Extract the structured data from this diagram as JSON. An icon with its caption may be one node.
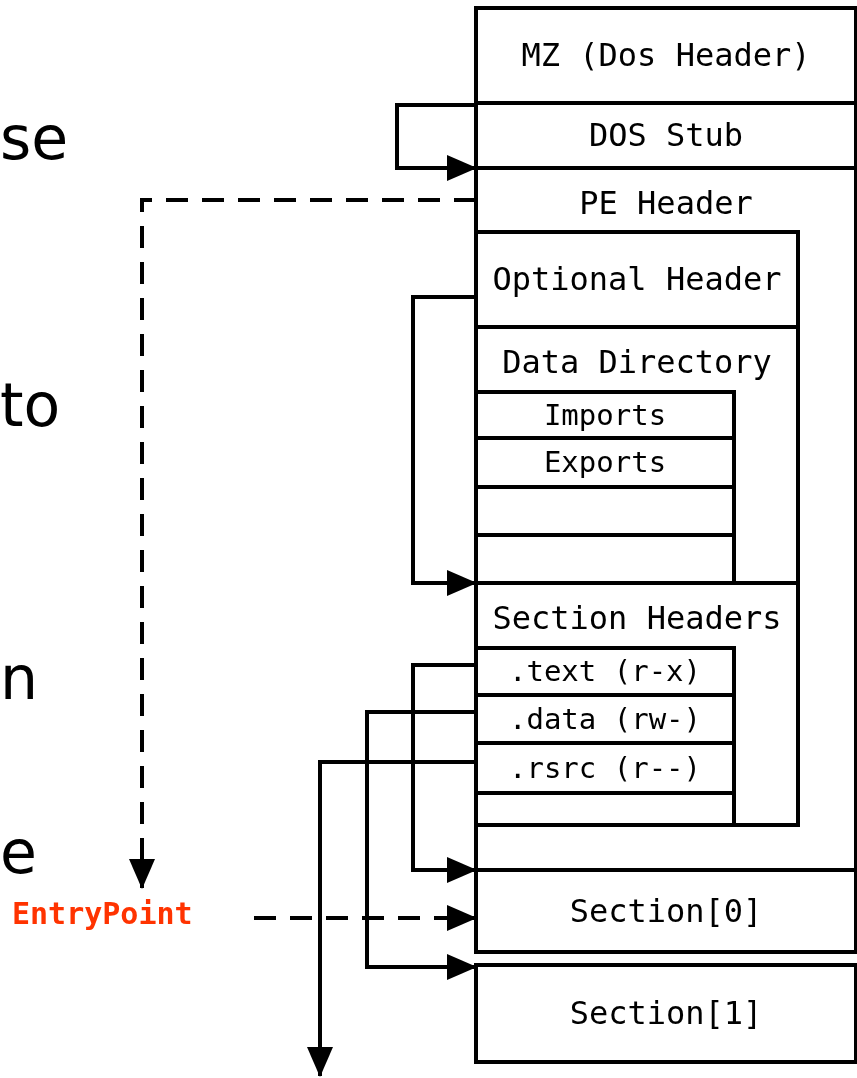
{
  "diagram": {
    "nodes": [
      {
        "text": [
          "MZ (Dos Header)"
        ]
      },
      {
        "text": [
          "DOS Stub"
        ]
      },
      {
        "text": [
          "PE Header"
        ]
      },
      {
        "text": [
          "Optional Header"
        ],
        "in": 2
      },
      {
        "text": [
          "Data Directory"
        ],
        "in": 2
      },
      {
        "text": [
          "Imports"
        ],
        "in": 4
      },
      {
        "text": [
          "Exports"
        ],
        "in": 4
      },
      {
        "text": [],
        "shape": "box",
        "in": 4
      },
      {
        "text": [],
        "shape": "box",
        "in": 4
      },
      {
        "text": [
          "Section Headers"
        ],
        "in": 2
      },
      {
        "text": [
          ".text (r-x)"
        ],
        "in": 9
      },
      {
        "text": [
          ".data (rw-)"
        ],
        "in": 9
      },
      {
        "text": [
          ".rsrc (r--)"
        ],
        "in": 9
      },
      {
        "text": [],
        "shape": "box",
        "in": 9
      },
      {
        "text": [
          "Section[0]"
        ]
      },
      {
        "text": [
          "Section[1]"
        ]
      },
      {
        "text": [
          "EntryPoint"
        ]
      }
    ],
    "edges": [
      {
        "from": 1,
        "to": 2,
        "arrow": "to"
      },
      {
        "from": 2,
        "to": 16,
        "arrow": "to",
        "style": "dashed"
      },
      {
        "from": 16,
        "to": 14,
        "arrow": "to",
        "style": "dashed"
      },
      {
        "from": 3,
        "to": 9,
        "arrow": "to"
      },
      {
        "from": 10,
        "to": 14,
        "arrow": "to"
      },
      {
        "from": 11,
        "to": 15,
        "arrow": "to"
      },
      {
        "from": 12,
        "to": null,
        "arrow": "to"
      }
    ],
    "labels": [
      "se",
      "to",
      "n",
      "e"
    ]
  }
}
